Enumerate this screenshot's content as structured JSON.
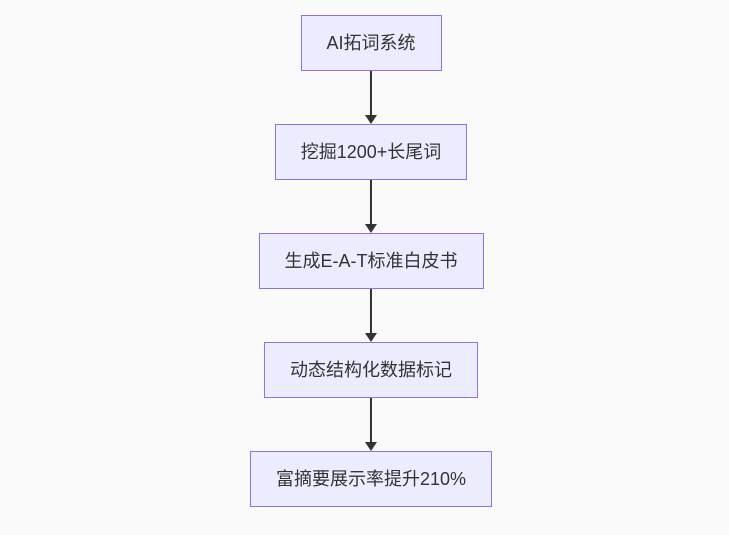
{
  "page": {
    "background_color": "#fafafa"
  },
  "flowchart": {
    "type": "vertical-flowchart",
    "direction": "top-down",
    "node_fill_color": "#ECECFF",
    "node_border_color": "#9370DB",
    "node_text_color": "#333333",
    "arrow_color": "#333333",
    "nodes": [
      {
        "label": "AI拓词系统"
      },
      {
        "label": "挖掘1200+长尾词"
      },
      {
        "label": "生成E-A-T标准白皮书"
      },
      {
        "label": "动态结构化数据标记"
      },
      {
        "label": "富摘要展示率提升210%"
      }
    ],
    "edges": [
      {
        "from": 0,
        "to": 1
      },
      {
        "from": 1,
        "to": 2
      },
      {
        "from": 2,
        "to": 3
      },
      {
        "from": 3,
        "to": 4
      }
    ]
  }
}
